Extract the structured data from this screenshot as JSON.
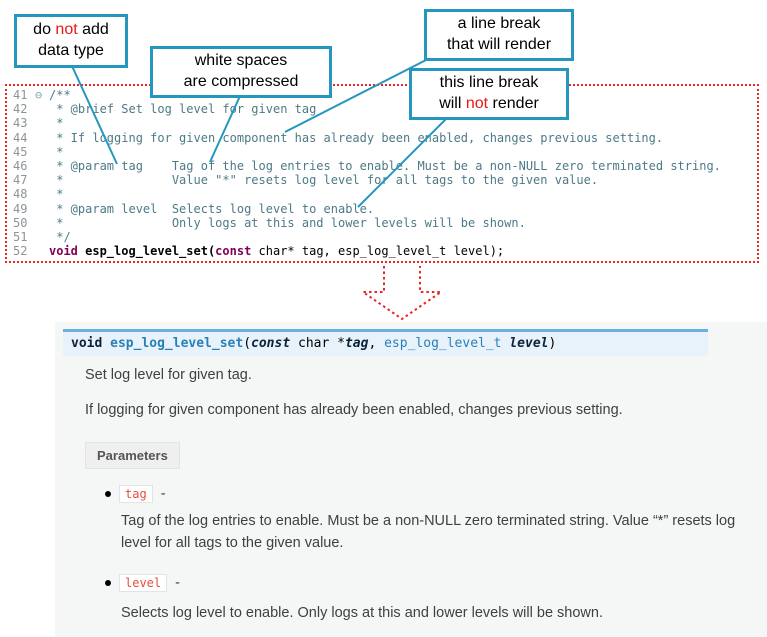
{
  "colors": {
    "callout_teal": "#2596be",
    "red": "#e41b17",
    "code_comment": "#4d7a87",
    "code_keyword": "#7f0055",
    "sig_background": "#e7f2fa",
    "sig_border": "#6ab0de",
    "link_blue": "#2980b9",
    "param_chip_red": "#e74c3c"
  },
  "callouts": {
    "box1": {
      "pre": "do ",
      "em": "not",
      "post": " add",
      "line2": "data type"
    },
    "box2": {
      "line1": "white spaces",
      "line2": "are compressed"
    },
    "box3": {
      "line1": "a line break",
      "line2": "that will render"
    },
    "box4": {
      "line1": "this line break",
      "pre": "will ",
      "em": "not",
      "post": " render"
    }
  },
  "code": {
    "rows": [
      {
        "n": "41",
        "fold": "⊖",
        "text": "/**"
      },
      {
        "n": "42",
        "fold": "",
        "text": " * @brief Set log level for given tag"
      },
      {
        "n": "43",
        "fold": "",
        "text": " *"
      },
      {
        "n": "44",
        "fold": "",
        "text": " * If logging for given component has already been enabled, changes previous setting."
      },
      {
        "n": "45",
        "fold": "",
        "text": " *"
      },
      {
        "n": "46",
        "fold": "",
        "text": " * @param tag    Tag of the log entries to enable. Must be a non-NULL zero terminated string."
      },
      {
        "n": "47",
        "fold": "",
        "text": " *               Value \"*\" resets log level for all tags to the given value."
      },
      {
        "n": "48",
        "fold": "",
        "text": " *"
      },
      {
        "n": "49",
        "fold": "",
        "text": " * @param level  Selects log level to enable."
      },
      {
        "n": "50",
        "fold": "",
        "text": " *               Only logs at this and lower levels will be shown."
      },
      {
        "n": "51",
        "fold": "",
        "text": " */"
      },
      {
        "n": "52",
        "fold": "",
        "kw1": "void ",
        "fn": "esp_log_level_set(",
        "kw2": "const",
        "rest": " char* tag, esp_log_level_t level);"
      }
    ]
  },
  "doc": {
    "sig": {
      "kw_void": "void",
      "fn": " esp_log_level_set",
      "open": "(",
      "kw_const": "const",
      "char_part": " char *",
      "arg1": "tag",
      "comma": ", ",
      "type2": "esp_log_level_t",
      "arg2": " level",
      "close": ")"
    },
    "p1": "Set log level for given tag.",
    "p2": "If logging for given component has already been enabled, changes previous setting.",
    "params_label": "Parameters",
    "param1": {
      "name": "tag",
      "dash": "-",
      "desc": "Tag of the log entries to enable. Must be a non-NULL zero terminated string. Value “*” resets log level for all tags to the given value."
    },
    "param2": {
      "name": "level",
      "dash": "-",
      "desc": "Selects log level to enable. Only logs at this and lower levels will be shown."
    }
  }
}
